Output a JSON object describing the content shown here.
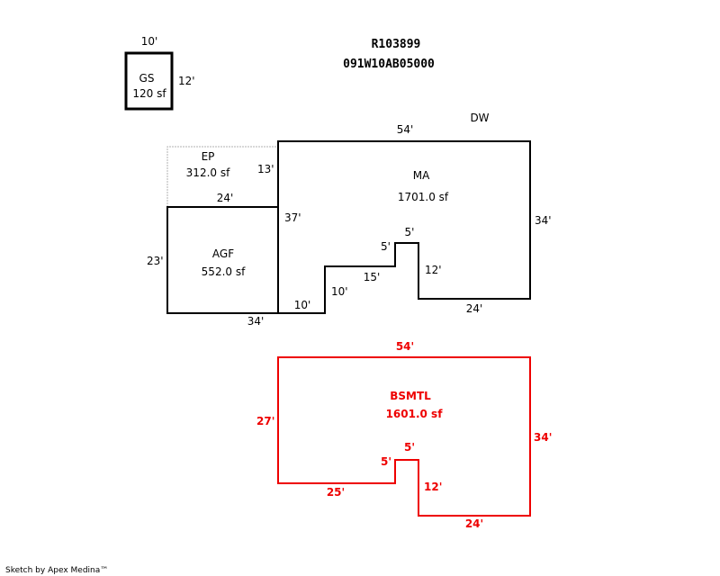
{
  "header": {
    "parcel_id": "R103899",
    "map_number": "091W10AB05000"
  },
  "colors": {
    "main": "#000000",
    "basement": "#ee0000",
    "porch": "#b0b0b0"
  },
  "areas": {
    "gs": {
      "name": "GS",
      "area": "120 sf",
      "dims": {
        "top": "10'",
        "right": "12'"
      }
    },
    "ep": {
      "name": "EP",
      "area": "312.0 sf",
      "dims": {
        "right": "13'",
        "bottom": "24'"
      }
    },
    "agf": {
      "name": "AGF",
      "area": "552.0 sf",
      "dims": {
        "left": "23'",
        "right": "37'",
        "bottom": "34'"
      }
    },
    "ma": {
      "name": "MA",
      "area": "1701.0 sf",
      "dims": {
        "top": "54'",
        "right": "34'",
        "bottom_right": "24'",
        "notch_right": "12'",
        "notch_top": "5'",
        "notch_left": "5'",
        "step_top": "15'",
        "step_left": "10'",
        "bottom_left": "10'"
      }
    },
    "bsmt": {
      "name": "BSMTL",
      "area": "1601.0 sf",
      "dims": {
        "top": "54'",
        "left": "27'",
        "right": "34'",
        "bottom_left": "25'",
        "notch_left": "5'",
        "notch_top": "5'",
        "notch_right": "12'",
        "bottom_right": "24'"
      }
    }
  },
  "annotations": {
    "dw": "DW"
  },
  "footer": {
    "credit": "Sketch by Apex Medina™"
  }
}
